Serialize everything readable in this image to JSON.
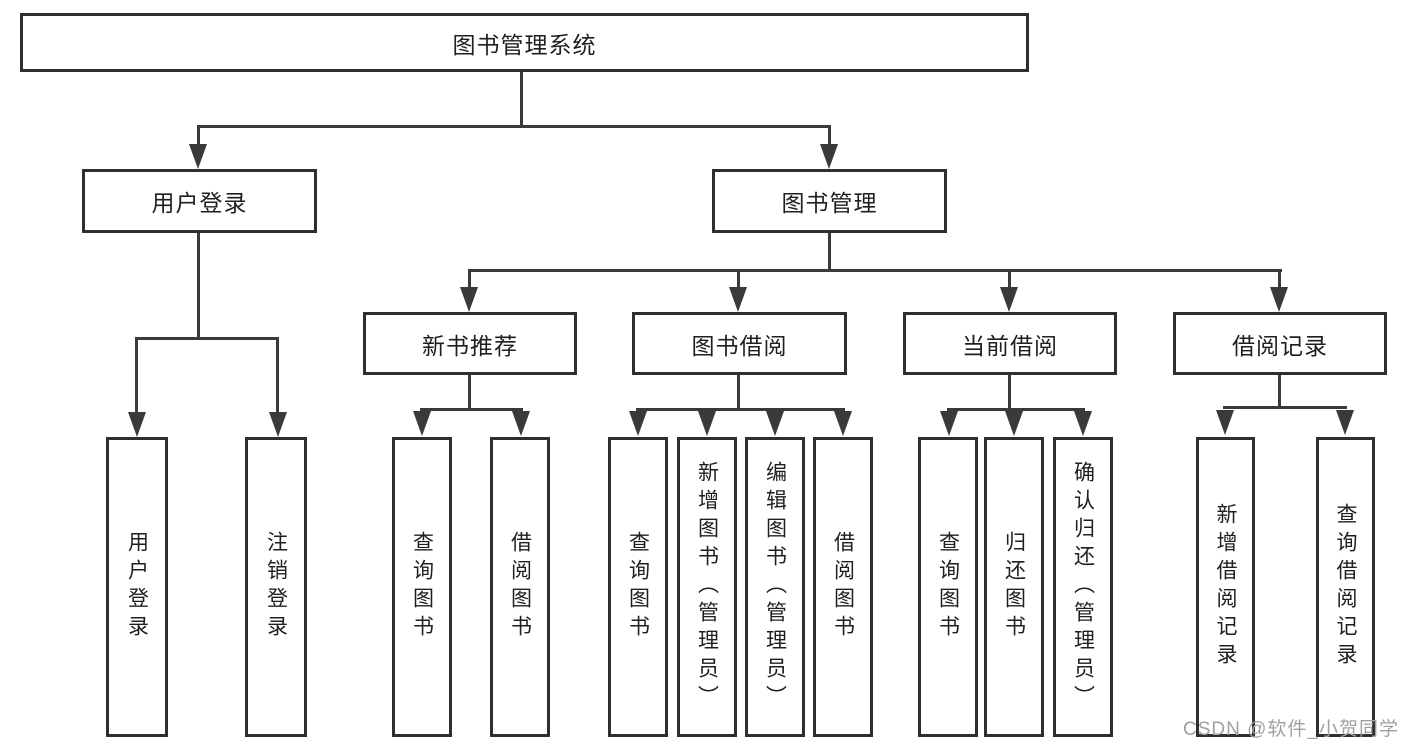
{
  "diagram": {
    "root": {
      "label": "图书管理系统"
    },
    "level2": [
      {
        "id": "user-login",
        "label": "用户登录"
      },
      {
        "id": "book-management",
        "label": "图书管理"
      }
    ],
    "level3": [
      {
        "id": "new-book-recommendation",
        "label": "新书推荐"
      },
      {
        "id": "book-borrowing",
        "label": "图书借阅"
      },
      {
        "id": "current-borrowing",
        "label": "当前借阅"
      },
      {
        "id": "borrowing-records",
        "label": "借阅记录"
      }
    ],
    "leaves": [
      {
        "id": "user-login",
        "parent": "user-login",
        "label": "用户登录"
      },
      {
        "id": "logout",
        "parent": "user-login",
        "label": "注销登录"
      },
      {
        "id": "query-books",
        "parent": "new-book-recommendation",
        "label": "查询图书"
      },
      {
        "id": "borrow-books",
        "parent": "new-book-recommendation",
        "label": "借阅图书"
      },
      {
        "id": "query-books",
        "parent": "book-borrowing",
        "label": "查询图书"
      },
      {
        "id": "add-book-admin",
        "parent": "book-borrowing",
        "label": "新增图书（管理员）"
      },
      {
        "id": "edit-book-admin",
        "parent": "book-borrowing",
        "label": "编辑图书（管理员）"
      },
      {
        "id": "borrow-books",
        "parent": "book-borrowing",
        "label": "借阅图书"
      },
      {
        "id": "query-books",
        "parent": "current-borrowing",
        "label": "查询图书"
      },
      {
        "id": "return-book",
        "parent": "current-borrowing",
        "label": "归还图书"
      },
      {
        "id": "confirm-return-admin",
        "parent": "current-borrowing",
        "label": "确认归还（管理员）"
      },
      {
        "id": "add-borrow-record",
        "parent": "borrowing-records",
        "label": "新增借阅记录"
      },
      {
        "id": "query-borrow-record",
        "parent": "borrowing-records",
        "label": "查询借阅记录"
      }
    ]
  },
  "watermark": {
    "text": "CSDN @软件_小贺同学"
  },
  "colors": {
    "line": "#3a3a3a",
    "box_border": "#2f2f2f",
    "text": "#1f1f1f",
    "watermark": "#a0a0a0",
    "background": "#ffffff"
  }
}
